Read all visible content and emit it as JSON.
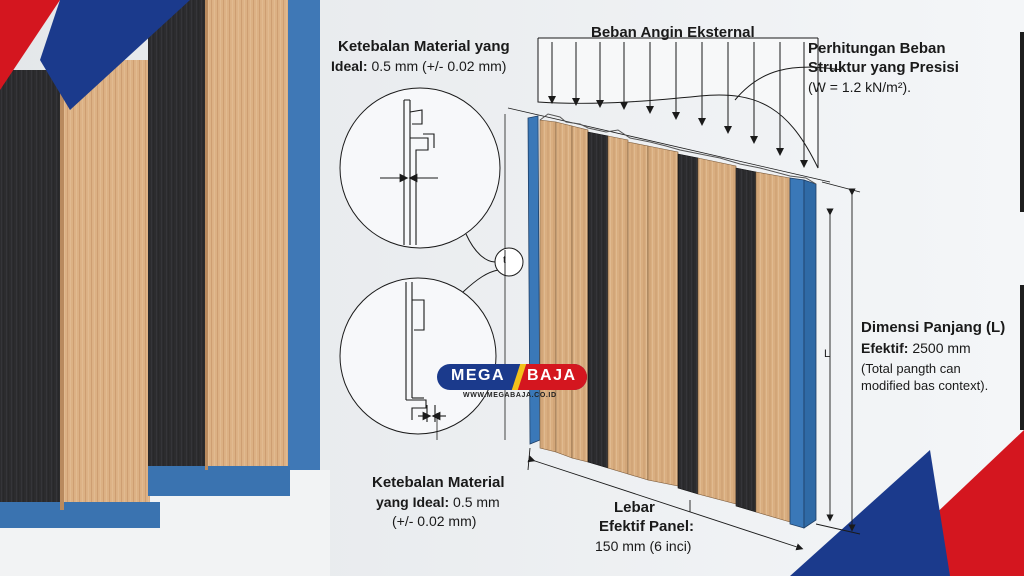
{
  "labels": {
    "wind_load": "Beban Angin Eksternal",
    "calc_title_1": "Perhitungan Beban",
    "calc_title_2": "Struktur yang Presisi",
    "calc_formula": "(W = 1.2 kN/m²).",
    "thick_top_1": "Ketebalan Material yang",
    "thick_top_2_bold": "Ideal:",
    "thick_top_2_val": "0.5 mm (+/- 0.02 mm)",
    "thick_bottom_1": "Ketebalan Material",
    "thick_bottom_2_bold": "yang Ideal:",
    "thick_bottom_2_val": "0.5 mm",
    "thick_bottom_3": "(+/- 0.02 mm)",
    "length_1": "Dimensi Panjang (L)",
    "length_2_bold": "Efektif:",
    "length_2_val": "2500 mm",
    "length_3": "(Total pangth can",
    "length_4": "modified bas context).",
    "width_1": "Lebar",
    "width_2": "Efektif Panel:",
    "width_3": "150 mm (6 inci)",
    "dim_mark_L": "L",
    "dim_mark_t": "t"
  },
  "logo": {
    "word1": "MEGA",
    "word2": "BAJA",
    "url": "WWW.MEGABAJA.CO.ID"
  },
  "colors": {
    "brand_red": "#d4161f",
    "brand_blue": "#1b3a8c",
    "panel_blue": "#3a78b8",
    "wood": "#d8ac7c",
    "dark_panel": "#2e2e31"
  }
}
